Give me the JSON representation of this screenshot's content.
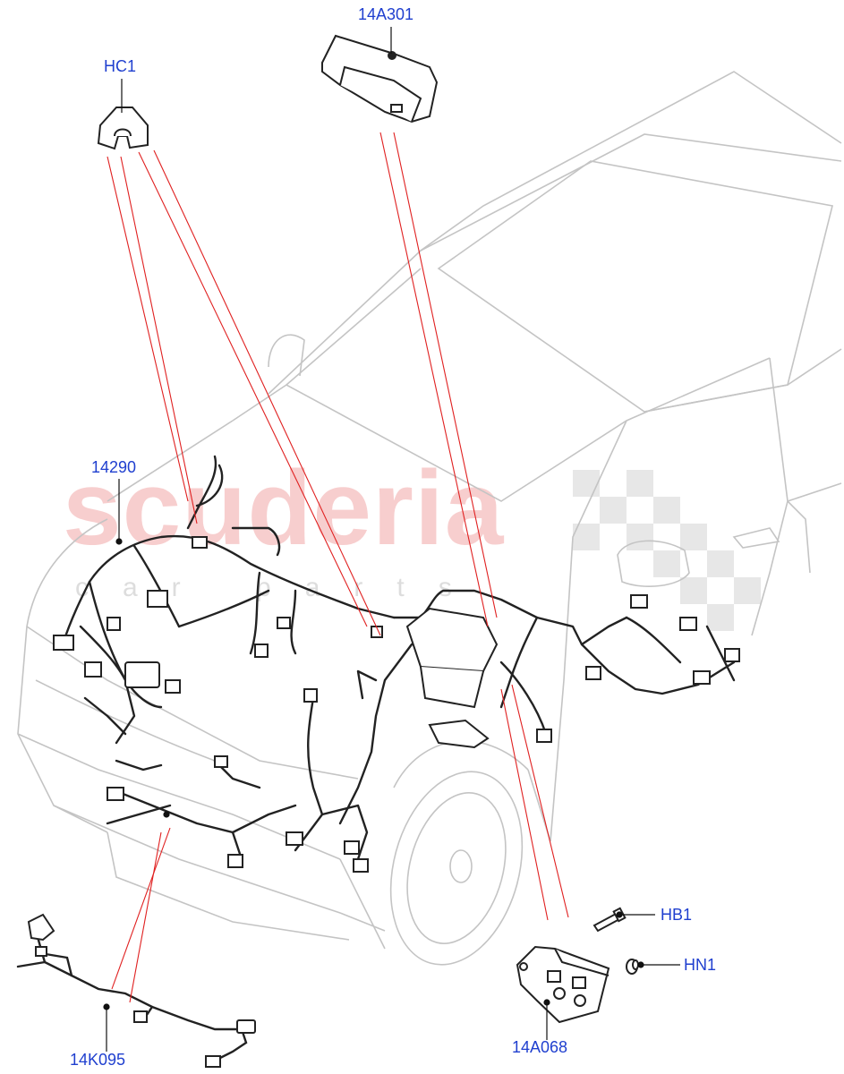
{
  "watermark": {
    "main": "scuderia",
    "sub": "car parts"
  },
  "callouts": {
    "hc1": "HC1",
    "c14a301": "14A301",
    "c14290": "14290",
    "hb1": "HB1",
    "hn1": "HN1",
    "c14k095": "14K095",
    "c14a068": "14A068"
  },
  "colors": {
    "callout_text": "#1f3fcf",
    "leader_line": "#e02020",
    "car_outline": "#c8c8c8",
    "harness": "#222222"
  }
}
